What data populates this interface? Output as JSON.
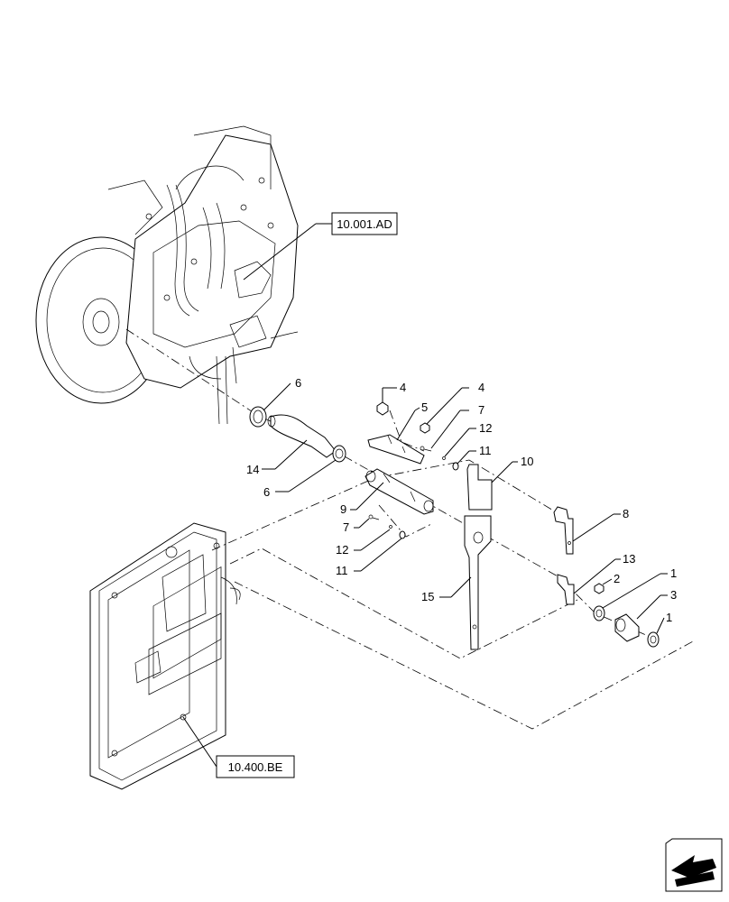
{
  "references": {
    "engine_ref": "10.001.AD",
    "radiator_ref": "10.400.BE"
  },
  "callouts": {
    "c6a": "6",
    "c14": "14",
    "c6b": "6",
    "c4a": "4",
    "c5": "5",
    "c4b": "4",
    "c7a": "7",
    "c12a": "12",
    "c11a": "11",
    "c10": "10",
    "c9": "9",
    "c7b": "7",
    "c12b": "12",
    "c11b": "11",
    "c8": "8",
    "c13": "13",
    "c2": "2",
    "c15": "15",
    "c1a": "1",
    "c3": "3",
    "c1b": "1"
  },
  "nav": {
    "icon": "next-page-arrow-icon"
  }
}
